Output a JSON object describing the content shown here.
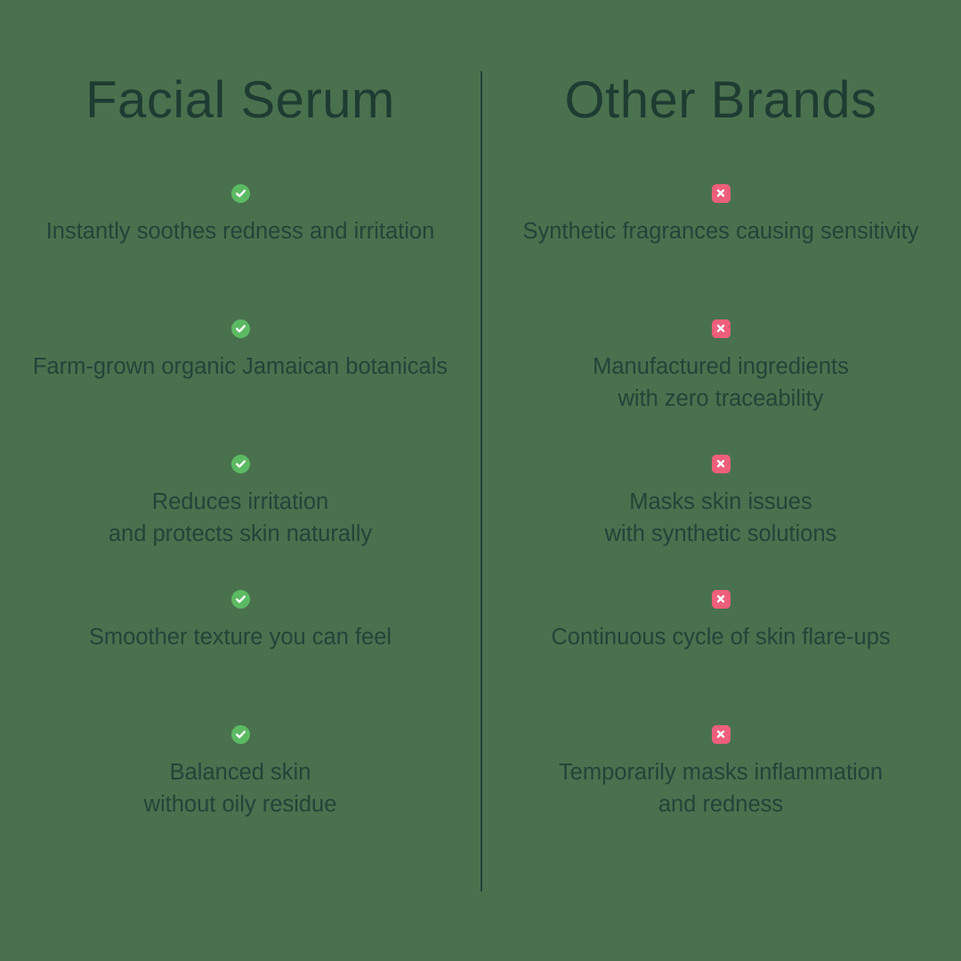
{
  "theme": {
    "background": "#4a714e",
    "text_color": "#23443a",
    "heading_color": "#1f3c33",
    "divider_color": "#234237",
    "check_color": "#5cba63",
    "cross_color": "#ef5f7c",
    "icon_mark_color": "#ffffff"
  },
  "left": {
    "heading": "Facial Serum",
    "icon": "check-circle-icon",
    "items": [
      "Instantly soothes redness and irritation",
      "Farm-grown organic Jamaican botanicals",
      "Reduces irritation\nand protects skin naturally",
      "Smoother texture you can feel",
      "Balanced skin\nwithout oily residue"
    ]
  },
  "right": {
    "heading": "Other Brands",
    "icon": "cross-square-icon",
    "items": [
      "Synthetic fragrances causing sensitivity",
      "Manufactured ingredients\nwith zero traceability",
      "Masks skin issues\nwith synthetic solutions",
      "Continuous cycle of skin flare-ups",
      "Temporarily masks inflammation\nand redness"
    ]
  }
}
